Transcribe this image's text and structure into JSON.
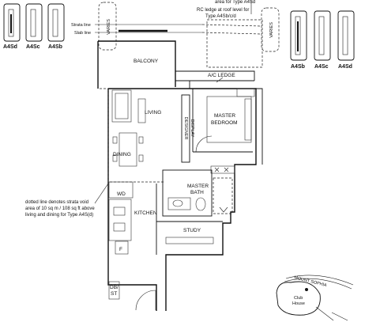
{
  "labels": {
    "strata_line": "Strata line",
    "slab_line": "Slab line",
    "varies": "VARIES",
    "rc_ledge_top": "area for Type A4Sd",
    "rc_ledge_1": "RC ledge at roof level for",
    "rc_ledge_2": "Type A4Sb/c/d",
    "ac_ledge": "A/C LEDGE",
    "balcony": "BALCONY",
    "living": "LIVING",
    "designer": "DESIGNER",
    "display": "DISPLAY",
    "master": "MASTER",
    "bedroom": "BEDROOM",
    "dining": "DINING",
    "master_bath_1": "MASTER",
    "master_bath_2": "BATH",
    "wd": "WD",
    "kitchen": "KITCHEN",
    "study": "STUDY",
    "fridge": "F",
    "db": "DB/",
    "st": "ST",
    "note_1": "dotted line denotes strata void",
    "note_2": "area of 10 sq m / 108 sq ft above",
    "note_3": "living and dining for Type A4S(d)",
    "keyplan_road": "MOUNT SOPHIA",
    "keyplan_club_1": "Club",
    "keyplan_club_2": "House"
  },
  "key_units_left": [
    "A4Sd",
    "A4Sc",
    "A4Sb"
  ],
  "key_units_right": [
    "A4Sb",
    "A4Sc",
    "A4Sd"
  ]
}
